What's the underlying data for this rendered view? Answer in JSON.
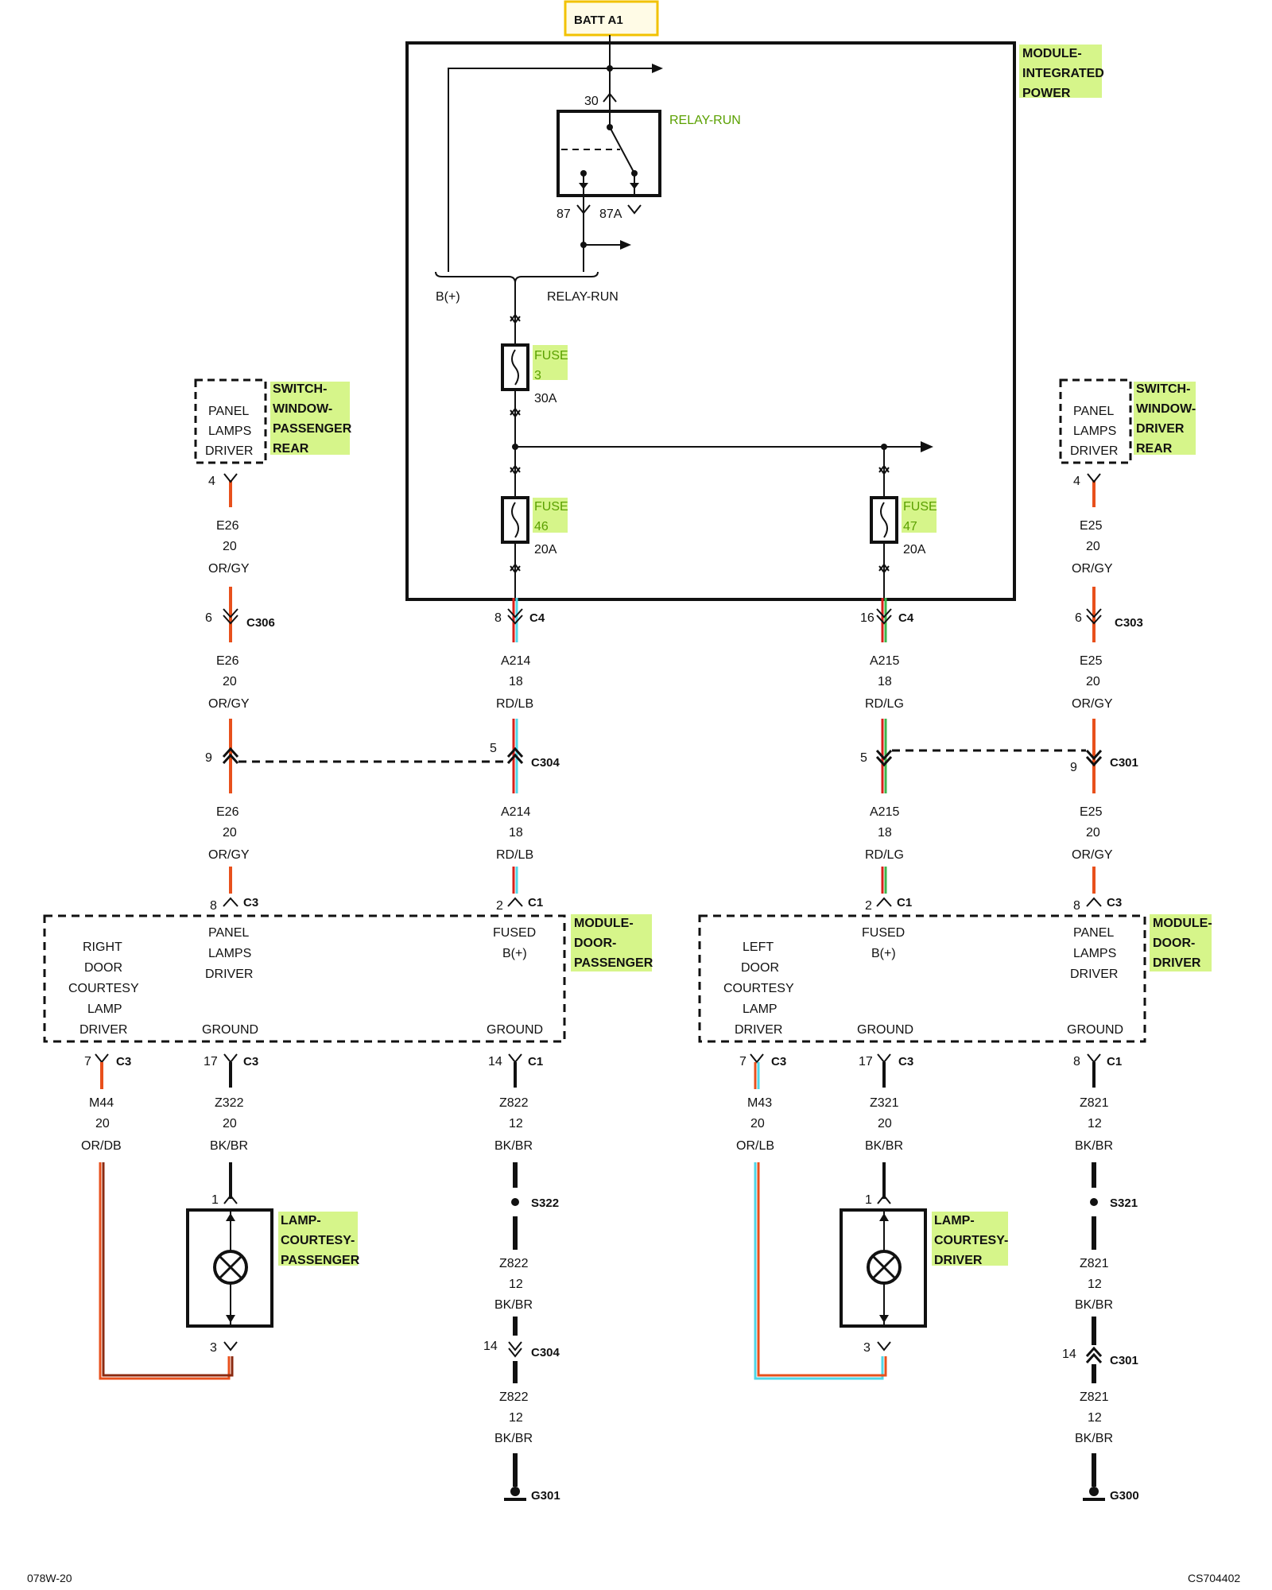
{
  "batt_label": "BATT A1",
  "ipm": {
    "module_label": [
      "MODULE-",
      "INTEGRATED",
      "POWER"
    ],
    "relay_label": "RELAY-RUN",
    "pin30": "30",
    "pin87": "87",
    "pin87a": "87A",
    "bplus_label": "B(+)",
    "relayrun_label": "RELAY-RUN",
    "fuse3": [
      "FUSE",
      "3",
      "30A"
    ],
    "fuse46": [
      "FUSE",
      "46",
      "20A"
    ],
    "fuse47": [
      "FUSE",
      "47",
      "20A"
    ]
  },
  "switch_pass": {
    "box_text": [
      "PANEL",
      "LAMPS",
      "DRIVER"
    ],
    "label": [
      "SWITCH-",
      "WINDOW-",
      "PASSENGER",
      "REAR"
    ],
    "pin": "4"
  },
  "switch_drv": {
    "box_text": [
      "PANEL",
      "LAMPS",
      "DRIVER"
    ],
    "label": [
      "SWITCH-",
      "WINDOW-",
      "DRIVER",
      "REAR"
    ],
    "pin": "4"
  },
  "wires": {
    "e26": [
      "E26",
      "20",
      "OR/GY"
    ],
    "e25": [
      "E25",
      "20",
      "OR/GY"
    ],
    "a214": [
      "A214",
      "18",
      "RD/LB"
    ],
    "a215": [
      "A215",
      "18",
      "RD/LG"
    ],
    "m44": [
      "M44",
      "20",
      "OR/DB"
    ],
    "z322": [
      "Z322",
      "20",
      "BK/BR"
    ],
    "z822": [
      "Z822",
      "12",
      "BK/BR"
    ],
    "m43": [
      "M43",
      "20",
      "OR/LB"
    ],
    "z321": [
      "Z321",
      "20",
      "BK/BR"
    ],
    "z821": [
      "Z821",
      "12",
      "BK/BR"
    ]
  },
  "connectors": {
    "c306": {
      "pin": "6",
      "name": "C306"
    },
    "c4a": {
      "pin": "8",
      "name": "C4"
    },
    "c4b": {
      "pin": "16",
      "name": "C4"
    },
    "c303": {
      "pin": "6",
      "name": "C303"
    },
    "c304a": {
      "pin_left": "9",
      "pin_right": "5",
      "name": "C304"
    },
    "c301a": {
      "pin_left": "5",
      "pin_right": "9",
      "name": "C301"
    },
    "pass_c3_top": {
      "pin": "8",
      "name": "C3"
    },
    "pass_c1_top": {
      "pin": "2",
      "name": "C1"
    },
    "drv_c1_top": {
      "pin": "2",
      "name": "C1"
    },
    "drv_c3_top": {
      "pin": "8",
      "name": "C3"
    },
    "pass_c3_m44": {
      "pin": "7",
      "name": "C3"
    },
    "pass_c3_z322": {
      "pin": "17",
      "name": "C3"
    },
    "pass_c1_z822": {
      "pin": "14",
      "name": "C1"
    },
    "drv_c3_m43": {
      "pin": "7",
      "name": "C3"
    },
    "drv_c3_z321": {
      "pin": "17",
      "name": "C3"
    },
    "drv_c1_z821": {
      "pin": "8",
      "name": "C1"
    },
    "c304b": {
      "pin": "14",
      "name": "C304"
    },
    "c301b": {
      "pin": "14",
      "name": "C301"
    }
  },
  "splices": {
    "s322": "S322",
    "s321": "S321"
  },
  "grounds": {
    "g301": "G301",
    "g300": "G300"
  },
  "module_pass": {
    "label": [
      "MODULE-",
      "DOOR-",
      "PASSENGER"
    ],
    "courtesy": [
      "RIGHT",
      "DOOR",
      "COURTESY",
      "LAMP",
      "DRIVER"
    ],
    "panel": [
      "PANEL",
      "LAMPS",
      "DRIVER"
    ],
    "fused": [
      "FUSED",
      "B(+)"
    ],
    "ground1": "GROUND",
    "ground2": "GROUND"
  },
  "module_drv": {
    "label": [
      "MODULE-",
      "DOOR-",
      "DRIVER"
    ],
    "courtesy": [
      "LEFT",
      "DOOR",
      "COURTESY",
      "LAMP",
      "DRIVER"
    ],
    "fused": [
      "FUSED",
      "B(+)"
    ],
    "panel": [
      "PANEL",
      "LAMPS",
      "DRIVER"
    ],
    "ground1": "GROUND",
    "ground2": "GROUND"
  },
  "lamp_pass": {
    "label": [
      "LAMP-",
      "COURTESY-",
      "PASSENGER"
    ],
    "pin1": "1",
    "pin3": "3"
  },
  "lamp_drv": {
    "label": [
      "LAMP-",
      "COURTESY-",
      "DRIVER"
    ],
    "pin1": "1",
    "pin3": "3"
  },
  "footer": {
    "left": "078W-20",
    "right": "CS704402"
  },
  "colors": {
    "orange": "#e8501c",
    "red": "#d8201a",
    "light_blue": "#4fd6e6",
    "light_green": "#3cb54a",
    "highlight": "#d6f58a",
    "batt_border": "#f2c200"
  }
}
